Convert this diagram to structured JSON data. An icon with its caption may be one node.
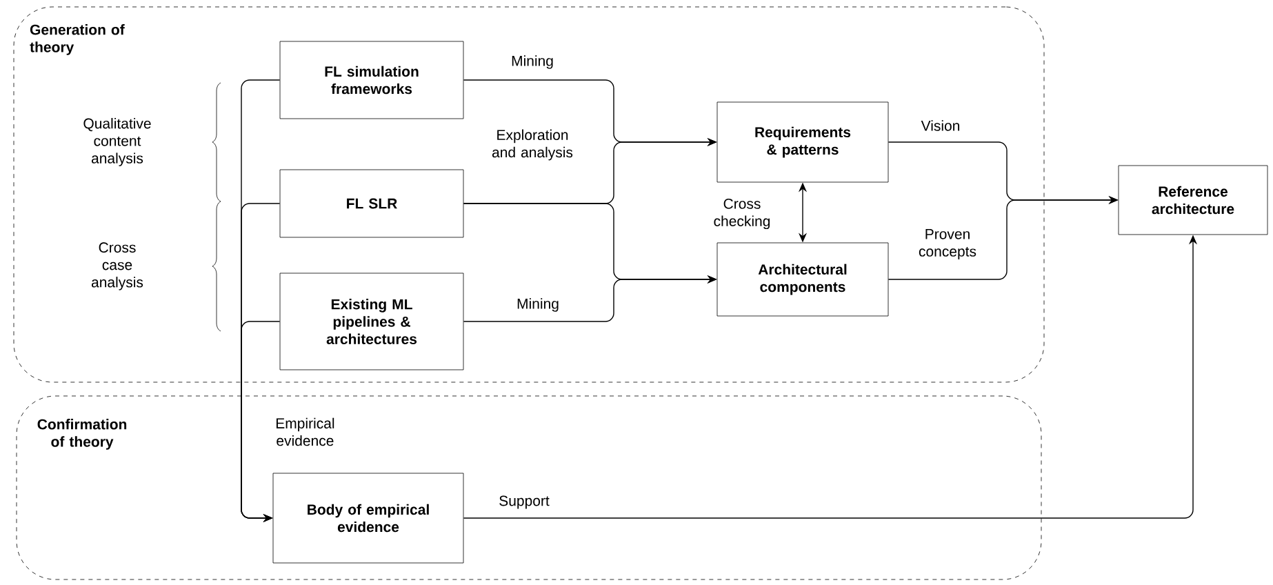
{
  "diagram": {
    "nodes": [
      {
        "text": [
          "Generation of theory"
        ]
      },
      {
        "text": [
          "FL simulation frameworks"
        ],
        "in": 0
      },
      {
        "text": [
          "FL SLR"
        ],
        "in": 0
      },
      {
        "text": [
          "Existing ML pipelines & architectures"
        ],
        "in": 0
      },
      {
        "text": [
          "Requirements & patterns"
        ],
        "in": 0
      },
      {
        "text": [
          "Architectural components"
        ],
        "in": 0
      },
      {
        "text": [
          "Reference architecture"
        ]
      },
      {
        "text": [
          "Confirmation of theory"
        ]
      },
      {
        "text": [
          "Body of empirical evidence"
        ],
        "in": 7
      }
    ],
    "edges": [
      {
        "from": 1,
        "to": 4,
        "arrow": "to",
        "label": "Mining"
      },
      {
        "from": 2,
        "to": 4,
        "arrow": "to",
        "label": "Exploration and analysis"
      },
      {
        "from": 2,
        "to": 5,
        "arrow": "to"
      },
      {
        "from": 3,
        "to": 5,
        "arrow": "to",
        "label": "Mining"
      },
      {
        "from": 4,
        "to": 5,
        "arrow": "both",
        "label": "Cross checking"
      },
      {
        "from": 4,
        "to": 6,
        "arrow": "to",
        "label": "Vision"
      },
      {
        "from": 5,
        "to": 6,
        "arrow": "to",
        "label": "Proven concepts"
      },
      {
        "from": 1,
        "to": 8,
        "arrow": "to",
        "label": "Empirical evidence"
      },
      {
        "from": 2,
        "to": 8,
        "arrow": "to"
      },
      {
        "from": 3,
        "to": 8,
        "arrow": "to"
      },
      {
        "from": 8,
        "to": 6,
        "arrow": "to",
        "label": "Support"
      }
    ],
    "labels": [
      "Qualitative content analysis",
      "Cross case analysis"
    ]
  }
}
